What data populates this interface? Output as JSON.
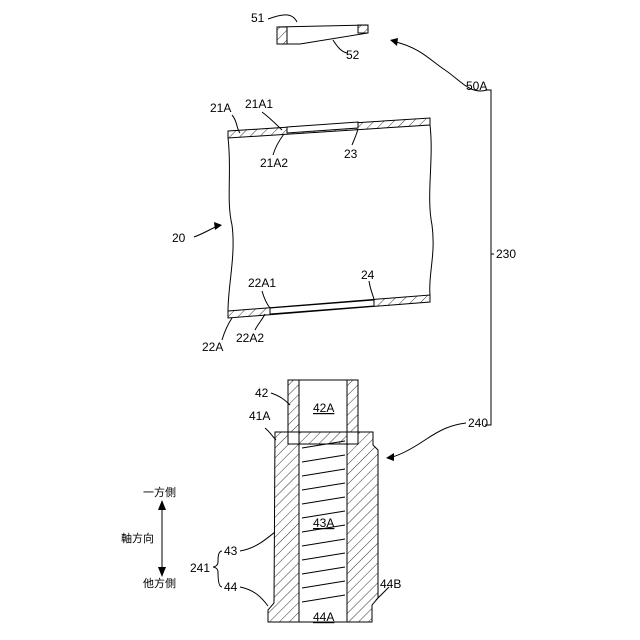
{
  "colors": {
    "ink": "#000000",
    "paper": "#ffffff"
  },
  "labels": {
    "l51": "51",
    "l52": "52",
    "l50A": "50A",
    "l21A": "21A",
    "l21A1": "21A1",
    "l21A2": "21A2",
    "l23": "23",
    "l20": "20",
    "l230": "230",
    "l24": "24",
    "l22A1": "22A1",
    "l22A": "22A",
    "l22A2": "22A2",
    "l42": "42",
    "l42A": "42A",
    "l41A": "41A",
    "l240": "240",
    "l43A": "43A",
    "l43": "43",
    "l241": "241",
    "l44": "44",
    "l44B": "44B",
    "l44A": "44A"
  },
  "direction_legend": {
    "one_side": "一方側",
    "axial": "軸方向",
    "other_side": "他方側"
  }
}
